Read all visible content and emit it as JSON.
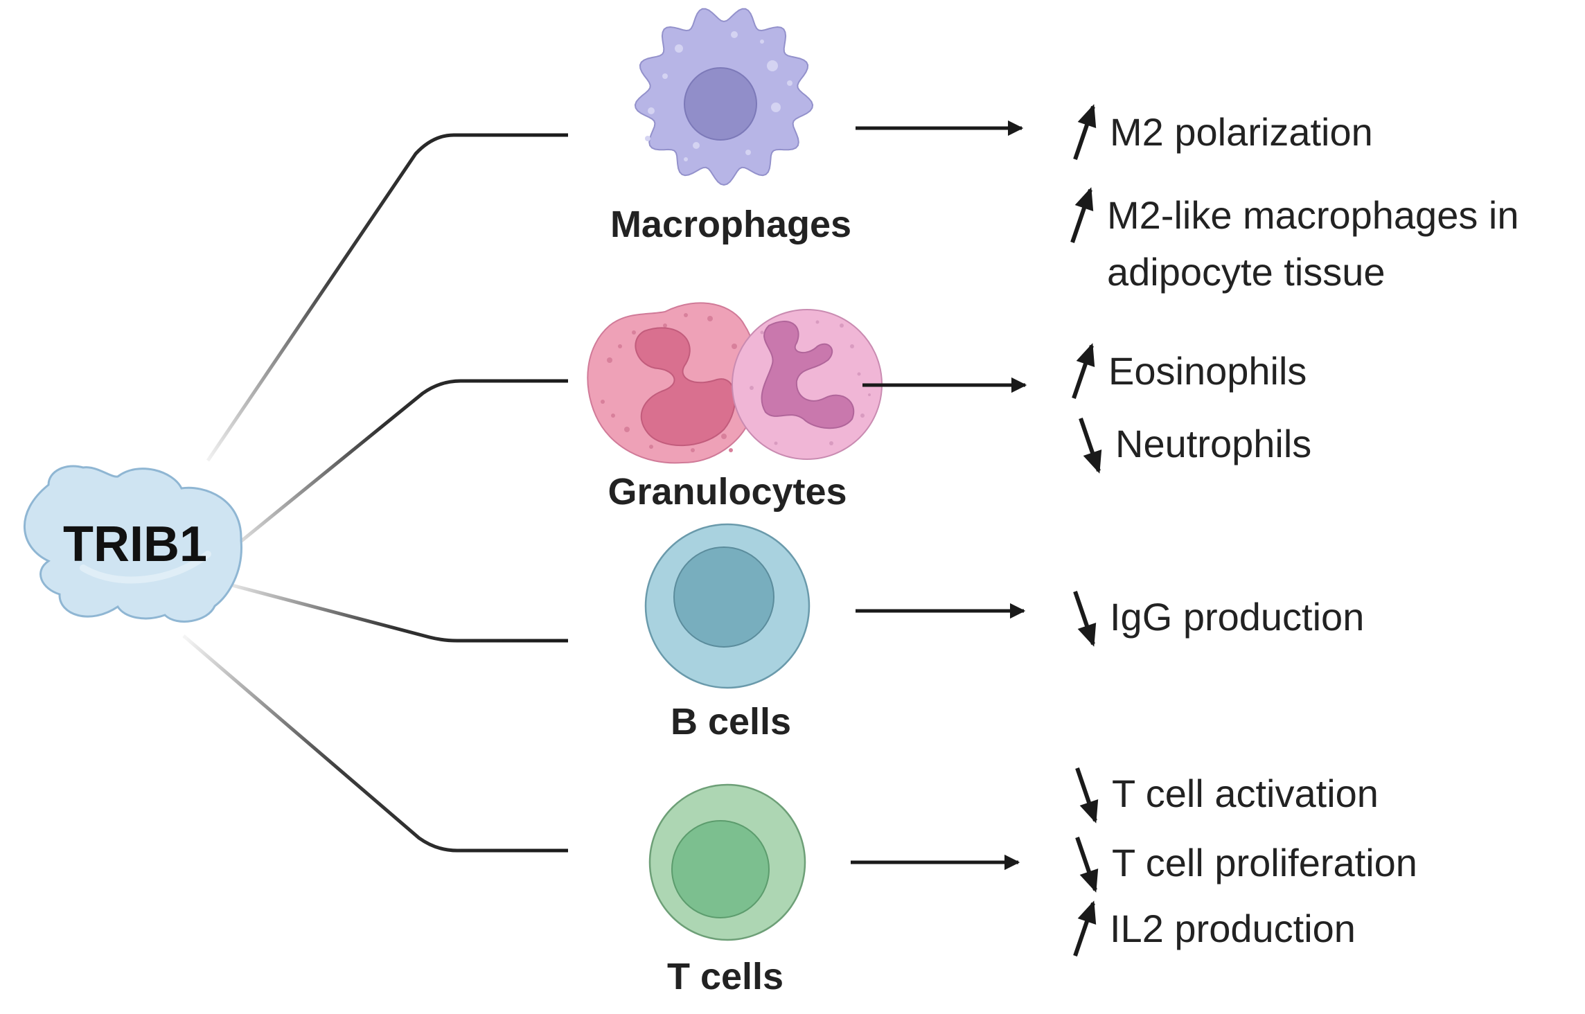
{
  "hub": {
    "label": "TRIB1"
  },
  "cells": [
    {
      "label": "Macrophages"
    },
    {
      "label": "Granulocytes"
    },
    {
      "label": "B cells"
    },
    {
      "label": "T cells"
    }
  ],
  "effects": {
    "macrophages": [
      {
        "direction": "up",
        "lines": [
          "M2 polarization"
        ]
      },
      {
        "direction": "up",
        "lines": [
          "M2-like macrophages in",
          "adipocyte tissue"
        ]
      }
    ],
    "granulocytes": [
      {
        "direction": "up",
        "lines": [
          "Eosinophils"
        ]
      },
      {
        "direction": "down",
        "lines": [
          "Neutrophils"
        ]
      }
    ],
    "b_cells": [
      {
        "direction": "down",
        "lines": [
          "IgG production"
        ]
      }
    ],
    "t_cells": [
      {
        "direction": "down",
        "lines": [
          "T cell activation"
        ]
      },
      {
        "direction": "down",
        "lines": [
          "T cell proliferation"
        ]
      },
      {
        "direction": "up",
        "lines": [
          "IL2 production"
        ]
      }
    ]
  },
  "colors": {
    "line": "#1a1a1a",
    "hub_fill": "#cfe4f2",
    "hub_stroke": "#8fb6d3",
    "macrophage_body": "#b7b5e6",
    "macrophage_nucleus": "#918ec9",
    "eosinophil_body": "#eea1b7",
    "eosinophil_nucleus": "#d9708f",
    "neutrophil_body": "#f0b6d6",
    "neutrophil_nucleus": "#c978ad",
    "bcell_body": "#a9d2df",
    "bcell_nucleus": "#78aebe",
    "tcell_body": "#add6b3",
    "tcell_nucleus": "#7cbf8f"
  }
}
